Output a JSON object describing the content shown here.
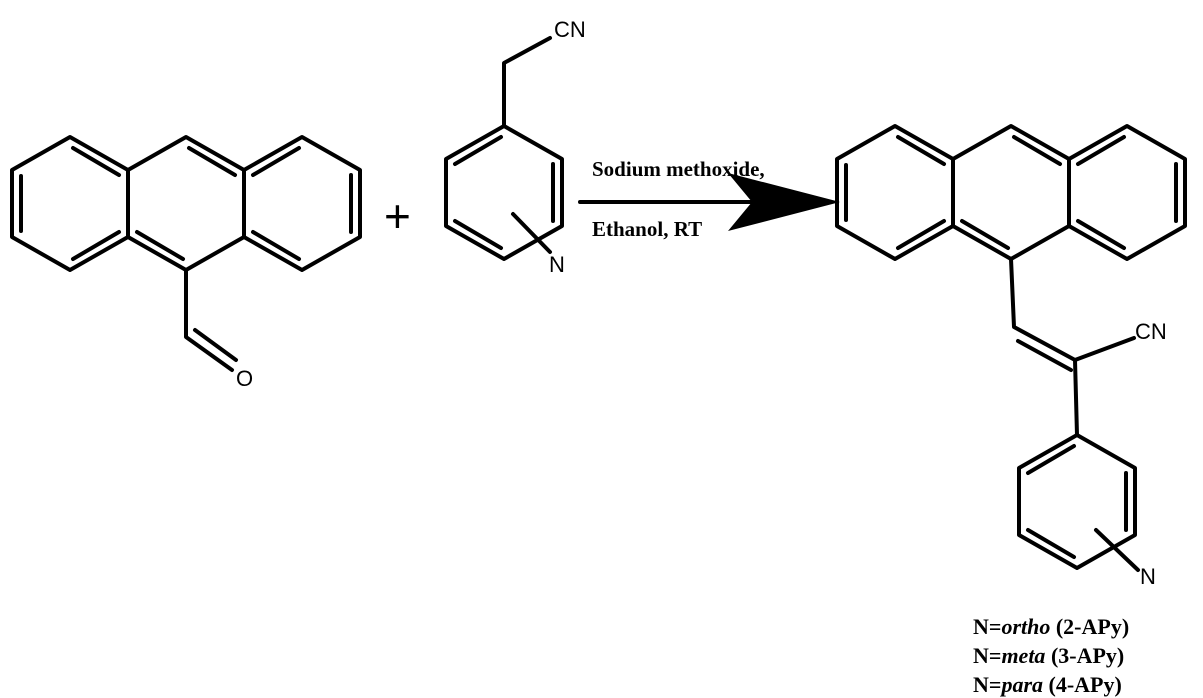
{
  "reactant1": {
    "o_label": "O"
  },
  "plus": "+",
  "reactant2": {
    "cn_label": "CN",
    "n_label": "N"
  },
  "conditions": {
    "line1": "Sodium methoxide,",
    "line2": "Ethanol, RT"
  },
  "product": {
    "cn_label": "CN",
    "n_label": "N"
  },
  "isomers": [
    {
      "prefix": "N=",
      "position": "ortho",
      "code": "(2-APy)"
    },
    {
      "prefix": "N=",
      "position": "meta",
      "code": "(3-APy)"
    },
    {
      "prefix": "N=",
      "position": "para",
      "code": "(4-APy)"
    }
  ]
}
